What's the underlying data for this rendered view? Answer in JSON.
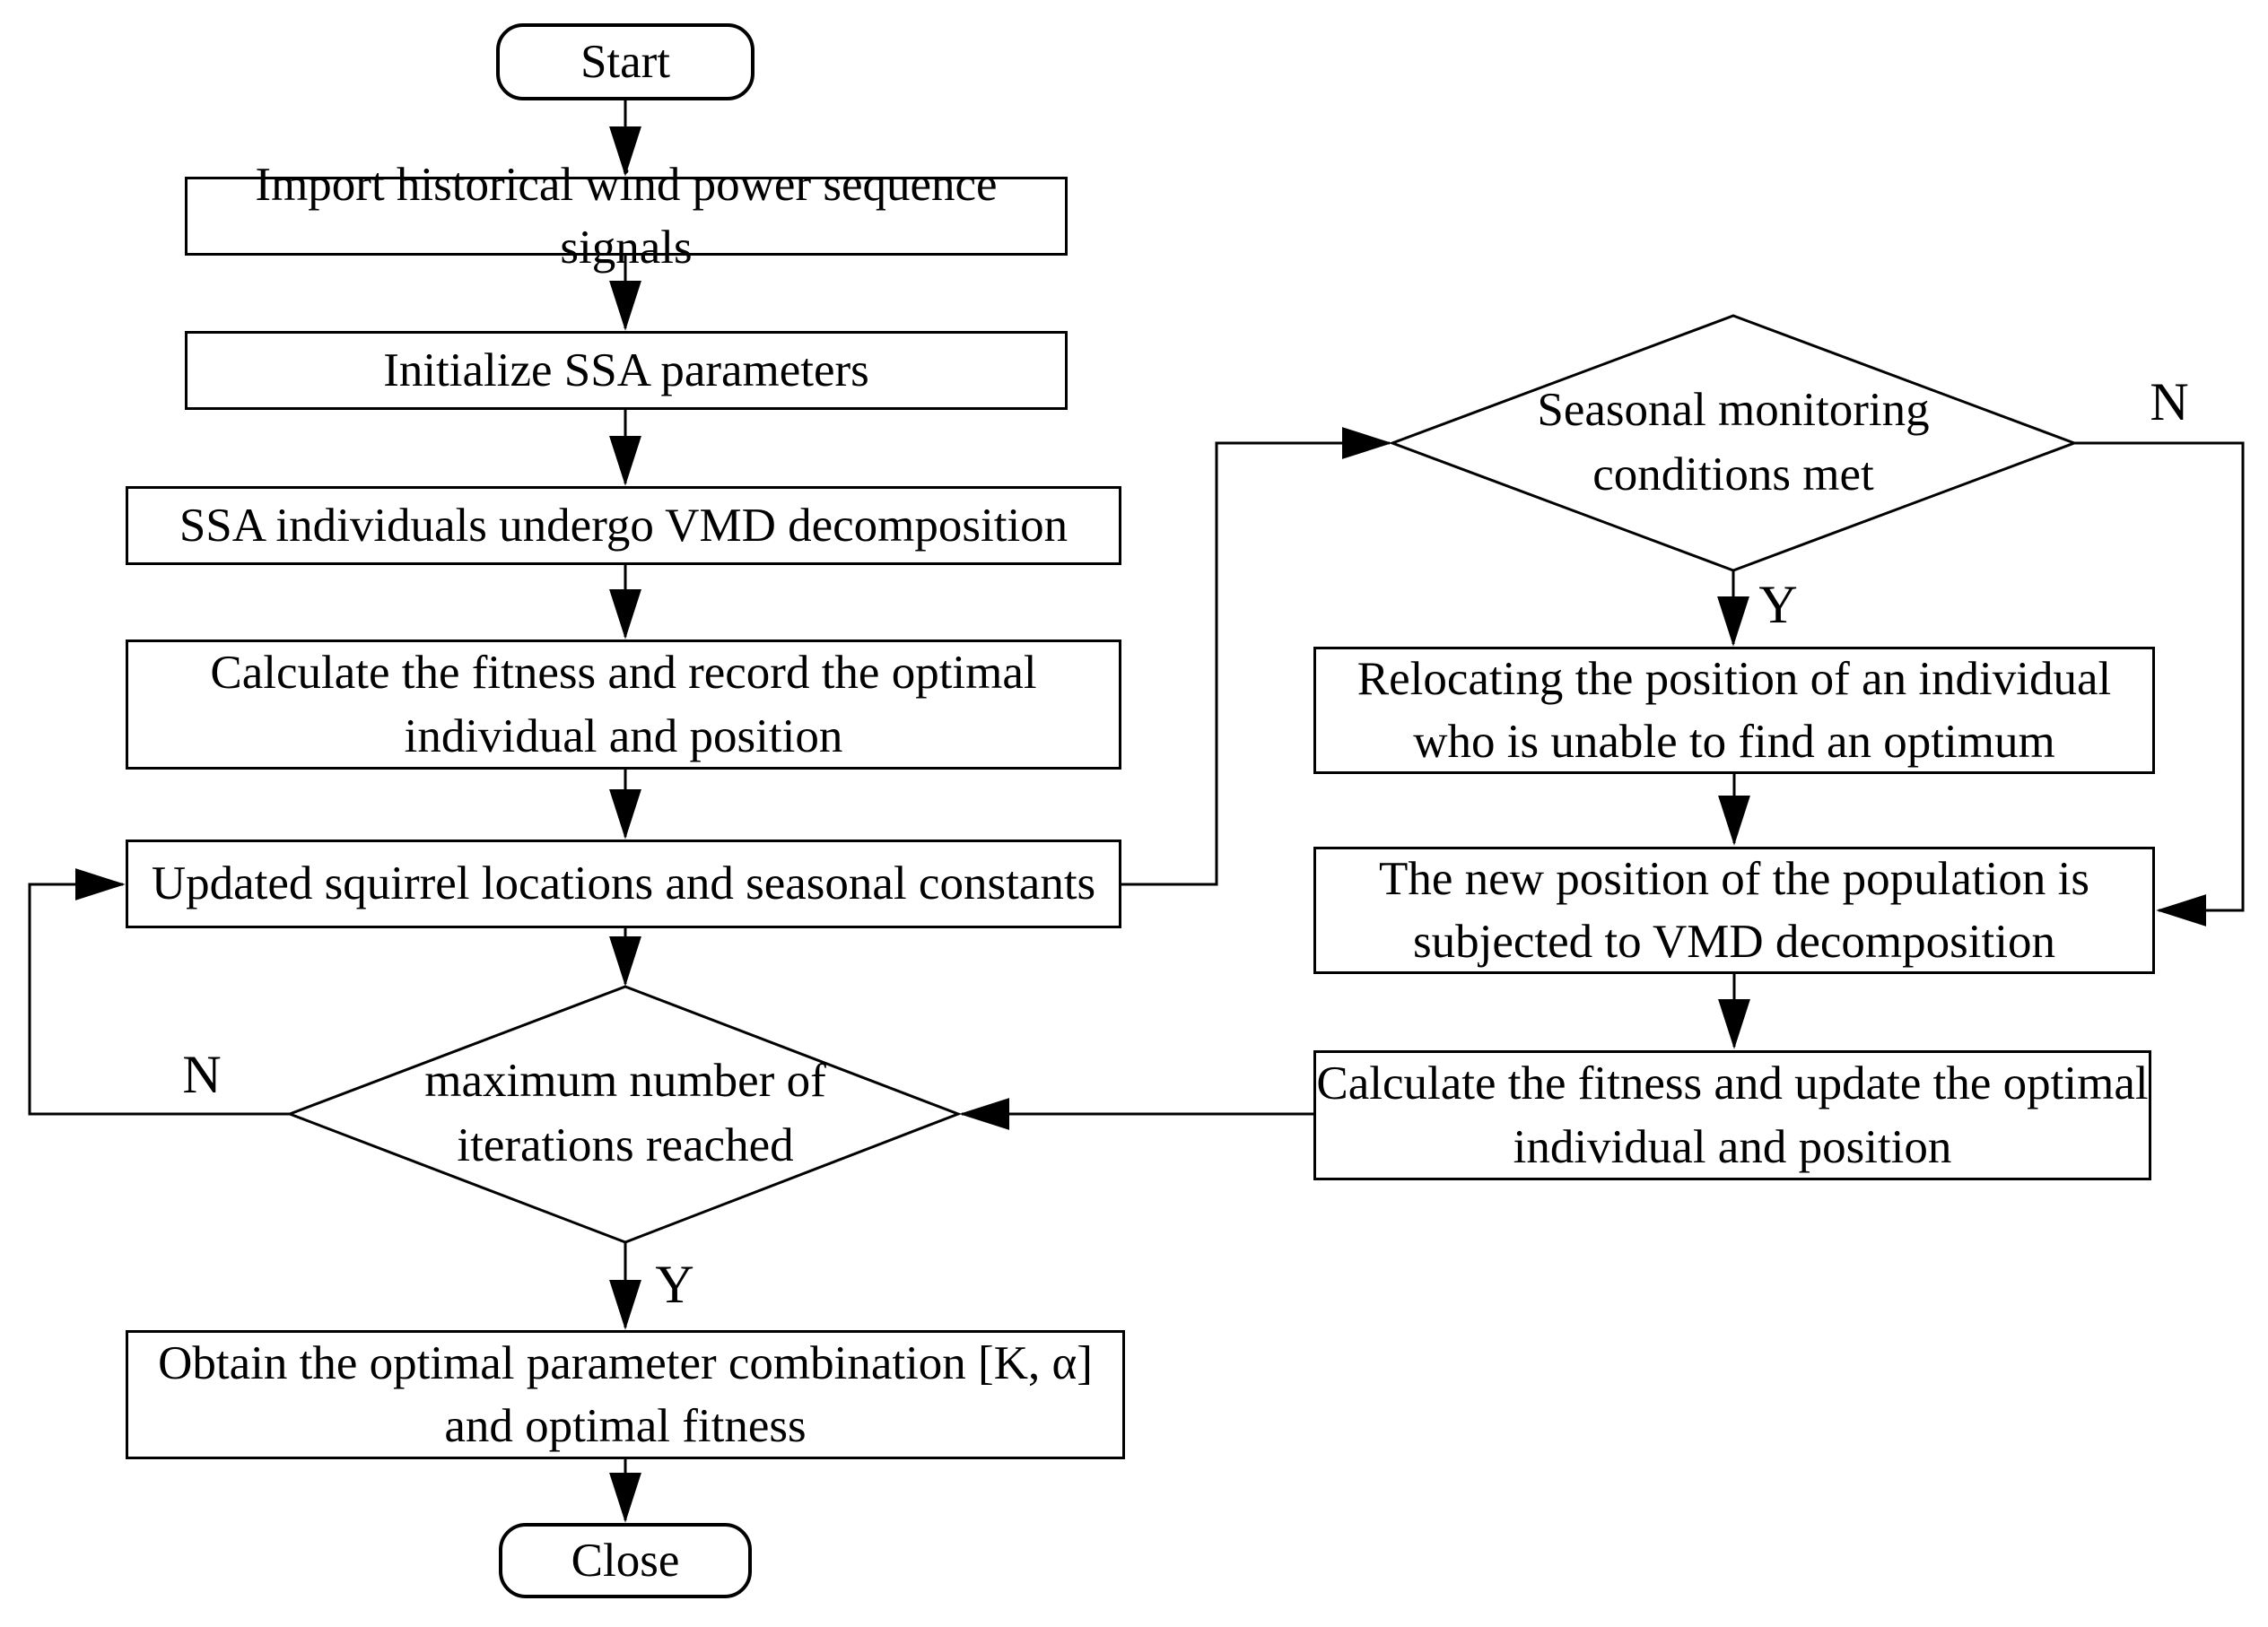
{
  "nodes": {
    "start": {
      "label": "Start"
    },
    "import_signals": {
      "label": "Import historical wind power sequence signals"
    },
    "init_ssa": {
      "label": "Initialize SSA parameters"
    },
    "vmd_decompose": {
      "label": "SSA individuals undergo VMD decomposition"
    },
    "fitness_record": {
      "label": "Calculate the fitness and record the optimal\nindividual and position"
    },
    "update_locations": {
      "label": "Updated squirrel locations and seasonal constants"
    },
    "max_iterations": {
      "label": "maximum number of\niterations reached"
    },
    "obtain_optimal": {
      "label": "Obtain the optimal parameter combination [K, α]\nand optimal fitness"
    },
    "close": {
      "label": "Close"
    },
    "seasonal_check": {
      "label": "Seasonal monitoring\nconditions met"
    },
    "relocate": {
      "label": "Relocating the position of an individual\nwho is unable to find an optimum"
    },
    "new_position_vmd": {
      "label": "The new position of the population is\nsubjected to VMD decomposition"
    },
    "fitness_update": {
      "label": "Calculate the fitness and update the optimal\nindividual and position"
    }
  },
  "edge_labels": {
    "max_iterations_no": "N",
    "max_iterations_yes": "Y",
    "seasonal_yes": "Y",
    "seasonal_no": "N"
  },
  "colors": {
    "line": "#000000",
    "background": "#ffffff",
    "shape_fill": "#ffffff"
  }
}
